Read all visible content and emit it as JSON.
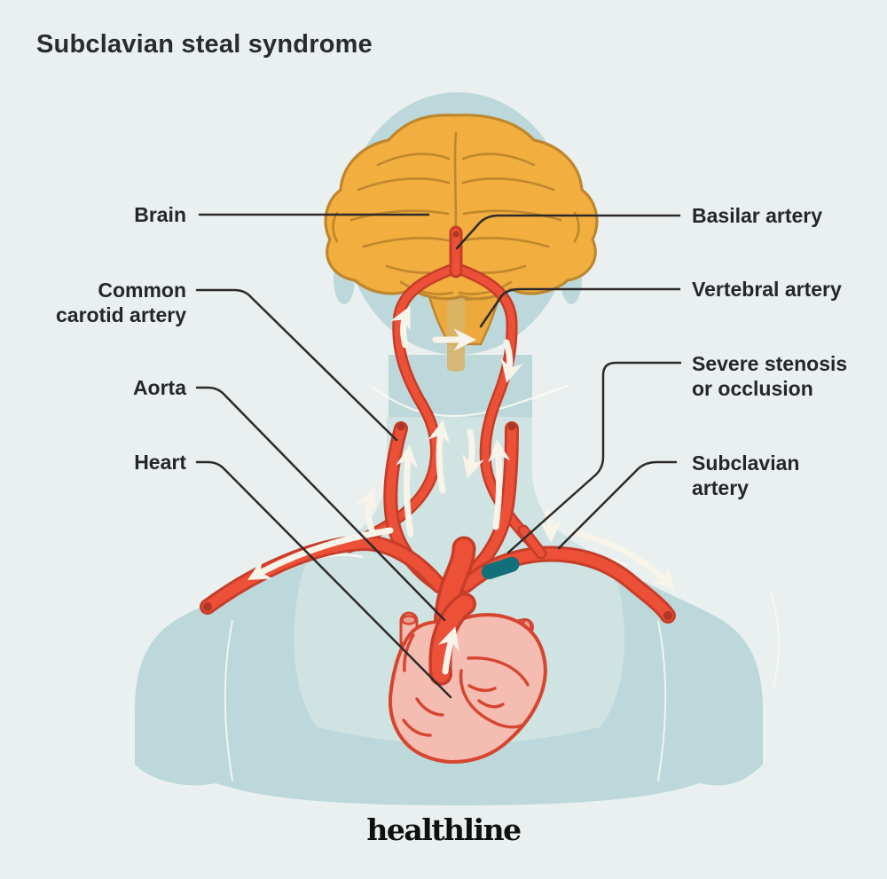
{
  "title": "Subclavian steal syndrome",
  "brand": {
    "logo_text": "healthline"
  },
  "labels": {
    "left": [
      {
        "lines": [
          "Brain"
        ]
      },
      {
        "lines": [
          "Common",
          "carotid artery"
        ]
      },
      {
        "lines": [
          "Aorta"
        ]
      },
      {
        "lines": [
          "Heart"
        ]
      }
    ],
    "right": [
      {
        "lines": [
          "Basilar artery"
        ]
      },
      {
        "lines": [
          "Vertebral artery"
        ]
      },
      {
        "lines": [
          "Severe stenosis",
          "or occlusion"
        ]
      },
      {
        "lines": [
          "Subclavian",
          "artery"
        ]
      }
    ]
  },
  "colors": {
    "background": "#e9f0ef",
    "body_silhouette": "#bdd8da",
    "chest_highlight": "#cfe3e2",
    "brain": "#f2ae3e",
    "brain_outline": "#bd872e",
    "artery": "#ec5036",
    "artery_outline": "#c63d29",
    "heart": "#f5bcb2",
    "heart_outline": "#d6452e",
    "stenosis": "#12707a",
    "flow_arrow": "#f8f4ea",
    "leader_line": "#2e2a2b",
    "label_text": "#25262a"
  }
}
